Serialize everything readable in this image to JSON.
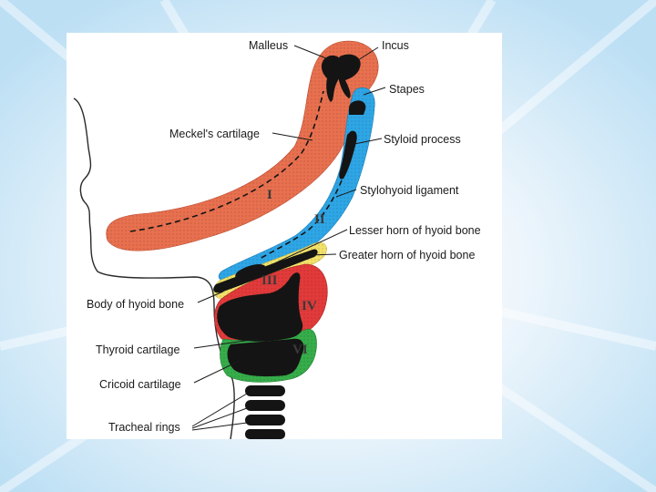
{
  "labels": {
    "malleus": "Malleus",
    "incus": "Incus",
    "stapes": "Stapes",
    "meckels_cartilage": "Meckel's cartilage",
    "styloid_process": "Styloid process",
    "stylohyoid_ligament": "Stylohyoid ligament",
    "lesser_horn": "Lesser horn of hyoid bone",
    "greater_horn": "Greater horn of hyoid bone",
    "body_hyoid": "Body of hyoid bone",
    "thyroid_cartilage": "Thyroid cartilage",
    "cricoid_cartilage": "Cricoid cartilage",
    "tracheal_rings": "Tracheal rings"
  },
  "arches": {
    "one": "I",
    "two": "II",
    "three": "III",
    "four": "IV",
    "six": "VI"
  },
  "colors": {
    "arch_1": "#e8704f",
    "arch_2": "#2ea6e6",
    "arch_3": "#f3e26a",
    "arch_4": "#e23a3a",
    "arch_6": "#36ad4a",
    "cartilage": "#141414",
    "background": "#d6ebf8"
  }
}
